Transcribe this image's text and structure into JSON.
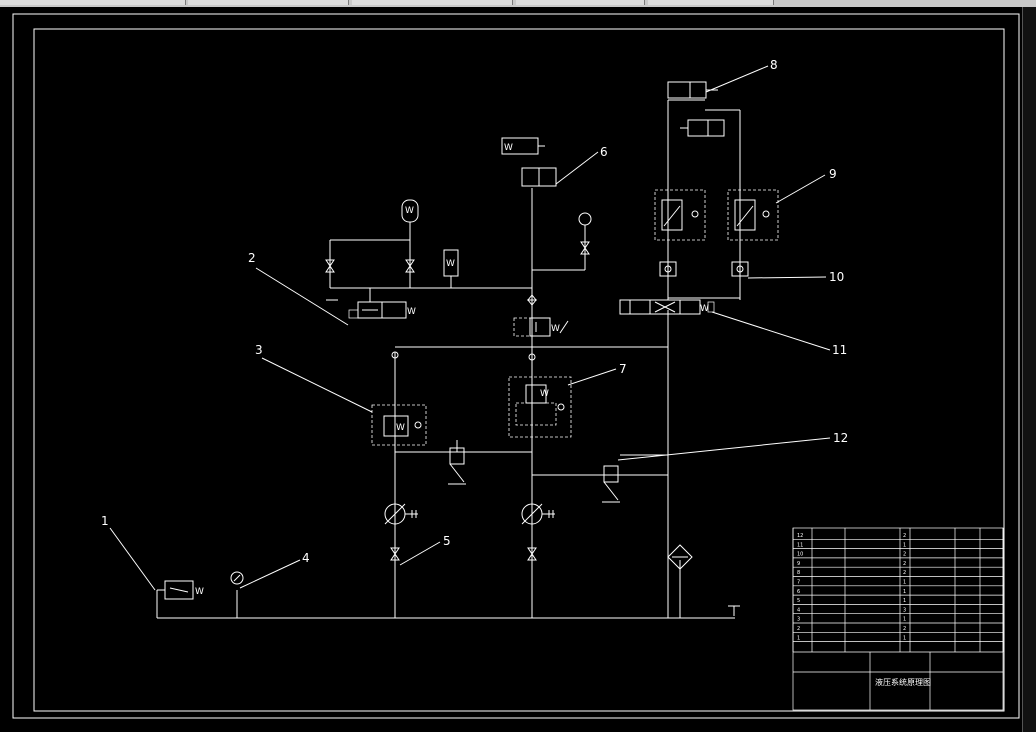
{
  "callouts": [
    {
      "id": "1",
      "label": "1"
    },
    {
      "id": "2",
      "label": "2"
    },
    {
      "id": "3",
      "label": "3"
    },
    {
      "id": "4",
      "label": "4"
    },
    {
      "id": "5",
      "label": "5"
    },
    {
      "id": "6",
      "label": "6"
    },
    {
      "id": "7",
      "label": "7"
    },
    {
      "id": "8",
      "label": "8"
    },
    {
      "id": "9",
      "label": "9"
    },
    {
      "id": "10",
      "label": "10"
    },
    {
      "id": "11",
      "label": "11"
    },
    {
      "id": "12",
      "label": "12"
    }
  ],
  "spring_symbol": "W",
  "title_block": {
    "rows": [
      {
        "no": "12",
        "code": "",
        "name": "",
        "qty": "2",
        "note": ""
      },
      {
        "no": "11",
        "code": "",
        "name": "",
        "qty": "1",
        "note": ""
      },
      {
        "no": "10",
        "code": "",
        "name": "",
        "qty": "2",
        "note": ""
      },
      {
        "no": "9",
        "code": "",
        "name": "",
        "qty": "2",
        "note": ""
      },
      {
        "no": "8",
        "code": "",
        "name": "",
        "qty": "2",
        "note": ""
      },
      {
        "no": "7",
        "code": "",
        "name": "",
        "qty": "1",
        "note": ""
      },
      {
        "no": "6",
        "code": "",
        "name": "",
        "qty": "1",
        "note": ""
      },
      {
        "no": "5",
        "code": "",
        "name": "",
        "qty": "1",
        "note": ""
      },
      {
        "no": "4",
        "code": "",
        "name": "",
        "qty": "3",
        "note": ""
      },
      {
        "no": "3",
        "code": "",
        "name": "",
        "qty": "1",
        "note": ""
      },
      {
        "no": "2",
        "code": "",
        "name": "",
        "qty": "2",
        "note": ""
      },
      {
        "no": "1",
        "code": "",
        "name": "",
        "qty": "1",
        "note": ""
      }
    ],
    "drawing_title": "液压系统原理图"
  }
}
